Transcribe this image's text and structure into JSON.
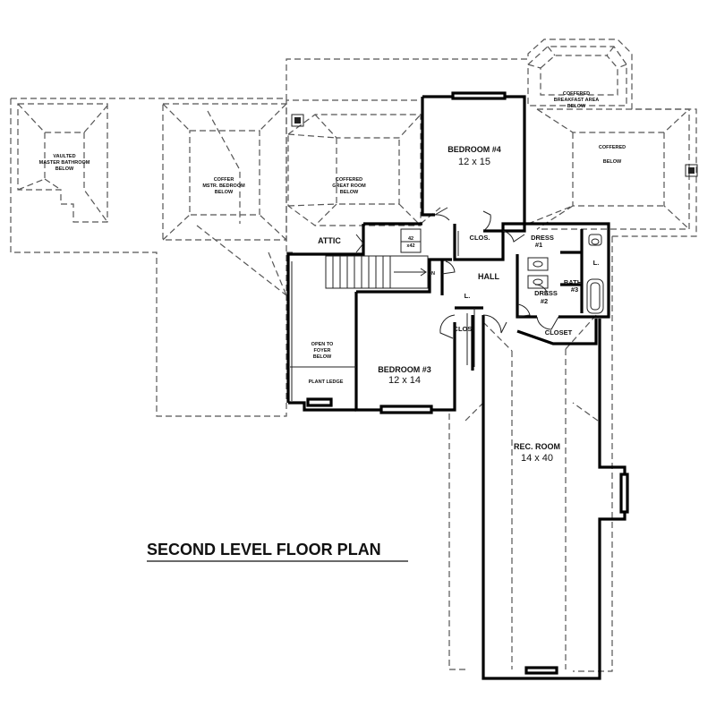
{
  "plan_title": "SECOND LEVEL FLOOR PLAN",
  "rooms": {
    "bedroom4": {
      "name": "BEDROOM #4",
      "size": "12 x 15"
    },
    "bedroom3": {
      "name": "BEDROOM #3",
      "size": "12 x 14"
    },
    "rec_room": {
      "name": "REC. ROOM",
      "size": "14 x 40"
    },
    "hall": "HALL",
    "attic": "ATTIC",
    "clos_upper": "CLOS.",
    "clos_lower": "CLOS.",
    "closet": "CLOSET",
    "dress1": [
      "DRESS",
      "#1"
    ],
    "dress2": [
      "DRESS",
      "#2"
    ],
    "bath3": [
      "BATH",
      "#3"
    ],
    "open_to_foyer": [
      "OPEN TO",
      "FOYER",
      "BELOW"
    ],
    "plant_ledge": "PLANT LEDGE",
    "linen_upper": "L.",
    "linen_lower": "L.",
    "dn": "DN",
    "pull_stair": [
      "42",
      "x42"
    ]
  },
  "below_notes": {
    "vaulted_master_bath": [
      "VAULTED",
      "MASTER BATHROOM",
      "BELOW"
    ],
    "coffer_master_bedroom": [
      "COFFER",
      "MSTR. BEDROOM",
      "BELOW"
    ],
    "coffered_great_room": [
      "COFFERED",
      "GREAT ROOM",
      "BELOW"
    ],
    "coffered_breakfast": [
      "COFFERED",
      "BREAKFAST AREA",
      "BELOW"
    ],
    "coffered_right": [
      "COFFERED",
      "BELOW"
    ]
  }
}
